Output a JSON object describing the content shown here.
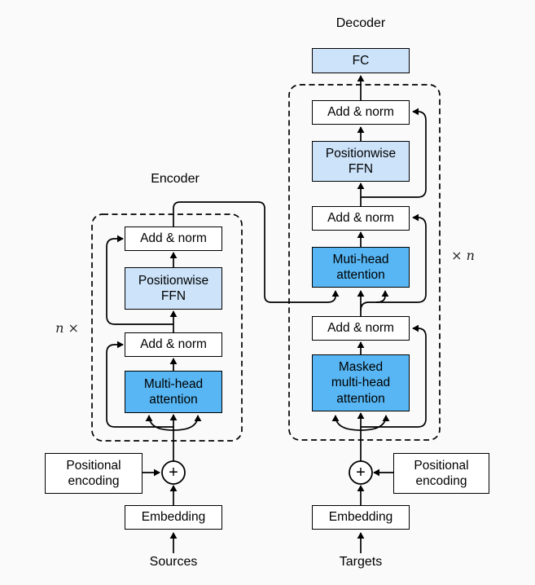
{
  "figure": {
    "decoder": {
      "title": "Decoder",
      "fc": "FC",
      "add_norm": "Add & norm",
      "ffn": [
        "Positionwise",
        "FFN"
      ],
      "attention": [
        "Muti-head",
        "attention"
      ],
      "masked_attention": [
        "Masked",
        "multi-head",
        "attention"
      ],
      "repeat": "× n",
      "plus": "+",
      "positional_encoding": [
        "Positional",
        "encoding"
      ],
      "embedding": "Embedding",
      "input": "Targets"
    },
    "encoder": {
      "title": "Encoder",
      "add_norm": "Add & norm",
      "ffn": [
        "Positionwise",
        "FFN"
      ],
      "attention": [
        "Multi-head",
        "attention"
      ],
      "repeat": "n ×",
      "plus": "+",
      "positional_encoding": [
        "Positional",
        "encoding"
      ],
      "embedding": "Embedding",
      "input": "Sources"
    },
    "colors": {
      "background": "#fafafa",
      "box_light_blue": "#cce3fa",
      "box_medium_blue": "#57b6f3",
      "box_white": "#ffffff",
      "line": "#000000"
    }
  }
}
